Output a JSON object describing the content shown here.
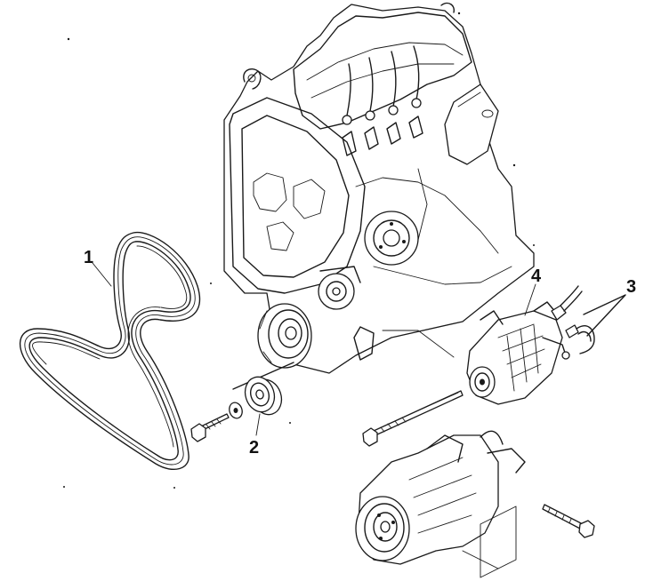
{
  "callouts": {
    "item1": "1",
    "item2": "2",
    "item3": "3",
    "item4": "4"
  },
  "colors": {
    "line": "#1a1a1a",
    "background": "#ffffff"
  }
}
